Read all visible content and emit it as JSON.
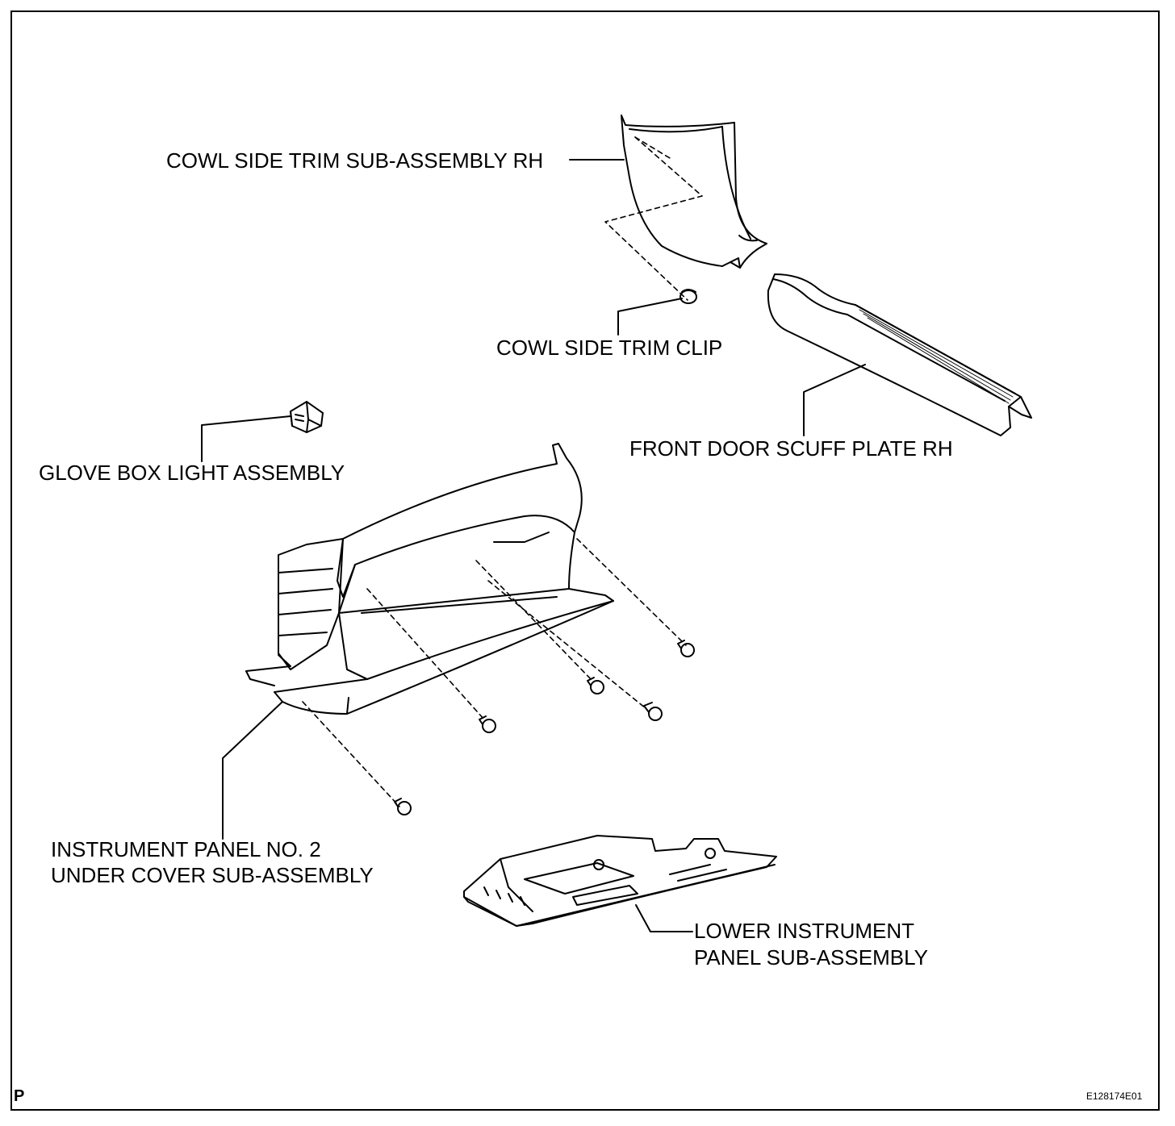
{
  "labels": {
    "cowl_side_trim": "COWL SIDE TRIM SUB-ASSEMBLY RH",
    "cowl_side_trim_clip": "COWL SIDE TRIM CLIP",
    "front_door_scuff_plate": "FRONT DOOR SCUFF PLATE RH",
    "glove_box_light": "GLOVE BOX LIGHT ASSEMBLY",
    "instrument_panel_under_cover_line1": "INSTRUMENT PANEL NO. 2",
    "instrument_panel_under_cover_line2": "UNDER COVER SUB-ASSEMBLY",
    "lower_instrument_panel_line1": "LOWER INSTRUMENT",
    "lower_instrument_panel_line2": "PANEL SUB-ASSEMBLY"
  },
  "corner_mark": "P",
  "figure_id": "E128174E01"
}
